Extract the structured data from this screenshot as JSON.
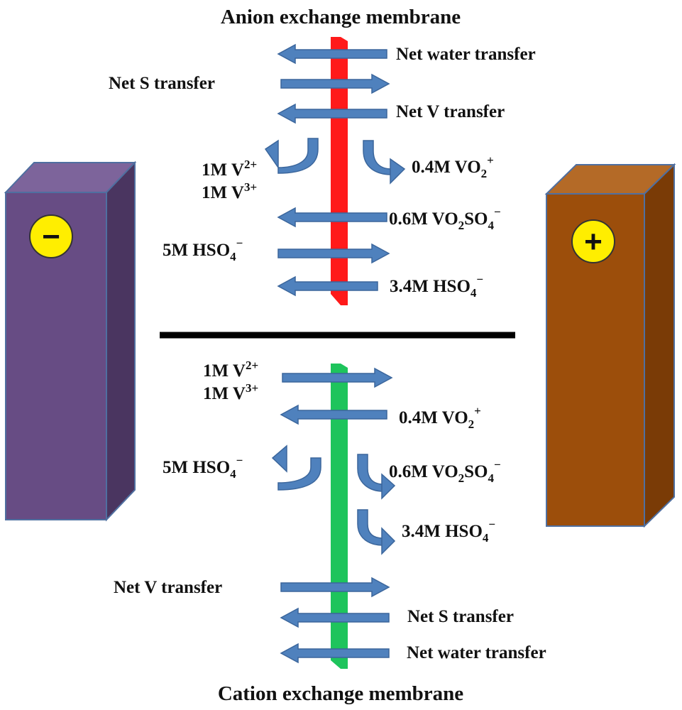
{
  "titles": {
    "anion": "Anion exchange membrane",
    "cation": "Cation exchange membrane"
  },
  "electrodes": {
    "negative": {
      "sign": "−",
      "front": "#674c84",
      "side": "#4a3560",
      "top": "#7d649b"
    },
    "positive": {
      "sign": "+",
      "front": "#9c4e0b",
      "side": "#7a3b06",
      "top": "#b46a27"
    }
  },
  "colors": {
    "anion_membrane": "#ff1a1a",
    "cation_membrane": "#1ec45c",
    "arrow": "#4f81bd",
    "arrow_stroke": "#3b669c",
    "sign_badge": "#ffee00"
  },
  "anion_labels": {
    "net_water": "Net water transfer",
    "net_s": "Net S transfer",
    "net_v": "Net V transfer",
    "v2_1m": "1M V",
    "v2_sup": "2+",
    "v3_1m": "1M V",
    "v3_sup": "3+",
    "vo2_04": "0.4M VO",
    "vo2_sub": "2",
    "vo2_sup": "+",
    "vo2so4_06": "0.6M VO",
    "vo2so4_sub": "2",
    "vo2so4_mid": "SO",
    "vo2so4_sub2": "4",
    "vo2so4_sup": "−",
    "hso4_5": "5M HSO",
    "hso4_5_sub": "4",
    "hso4_5_sup": "−",
    "hso4_34": "3.4M HSO",
    "hso4_34_sub": "4",
    "hso4_34_sup": "−"
  },
  "cation_labels": {
    "v2_1m": "1M V",
    "v2_sup": "2+",
    "v3_1m": "1M V",
    "v3_sup": "3+",
    "vo2_04": "0.4M VO",
    "vo2_sub": "2",
    "vo2_sup": "+",
    "hso4_5": "5M HSO",
    "hso4_5_sub": "4",
    "hso4_5_sup": "−",
    "vo2so4_06": "0.6M VO",
    "vo2so4_sub": "2",
    "vo2so4_mid": "SO",
    "vo2so4_sub2": "4",
    "vo2so4_sup": "−",
    "hso4_34": "3.4M HSO",
    "hso4_34_sub": "4",
    "hso4_34_sup": "−",
    "net_v": "Net V transfer",
    "net_s": "Net S transfer",
    "net_water": "Net water transfer"
  }
}
